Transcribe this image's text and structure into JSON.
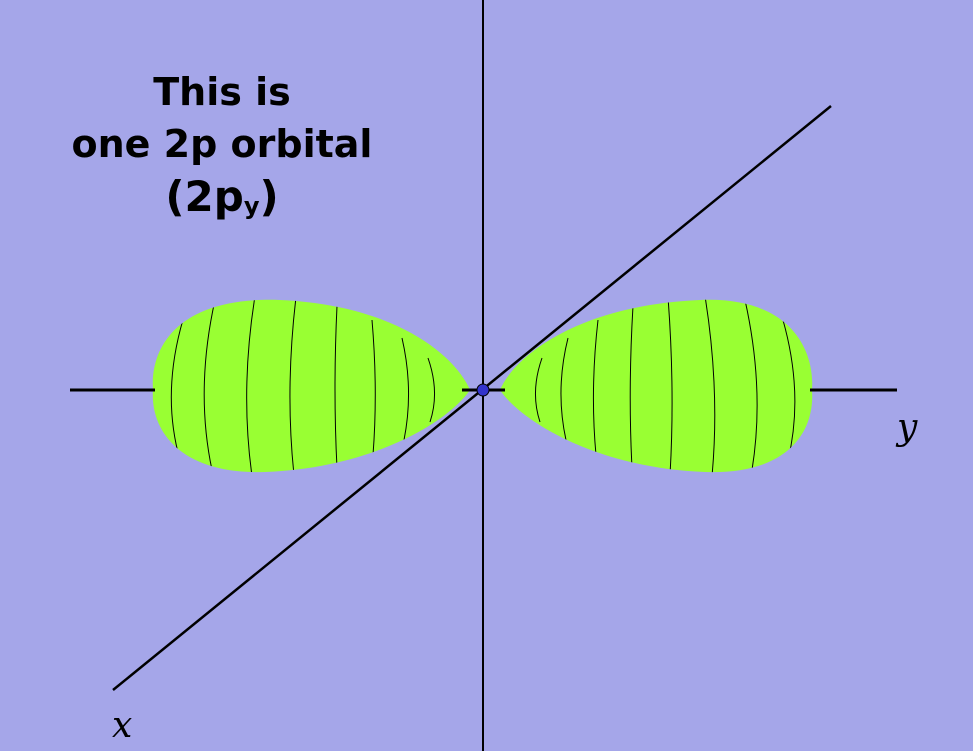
{
  "title": {
    "line1": "This is",
    "line2": "one 2p orbital",
    "line3_prefix": "(2p",
    "line3_subscript": "y",
    "line3_suffix": ")"
  },
  "axes": {
    "x_label": "x",
    "y_label": "y"
  },
  "colors": {
    "background": "#a5a6e9",
    "orbital_fill": "#99ff33",
    "nucleus": "#3333cc",
    "axis": "#000000"
  }
}
